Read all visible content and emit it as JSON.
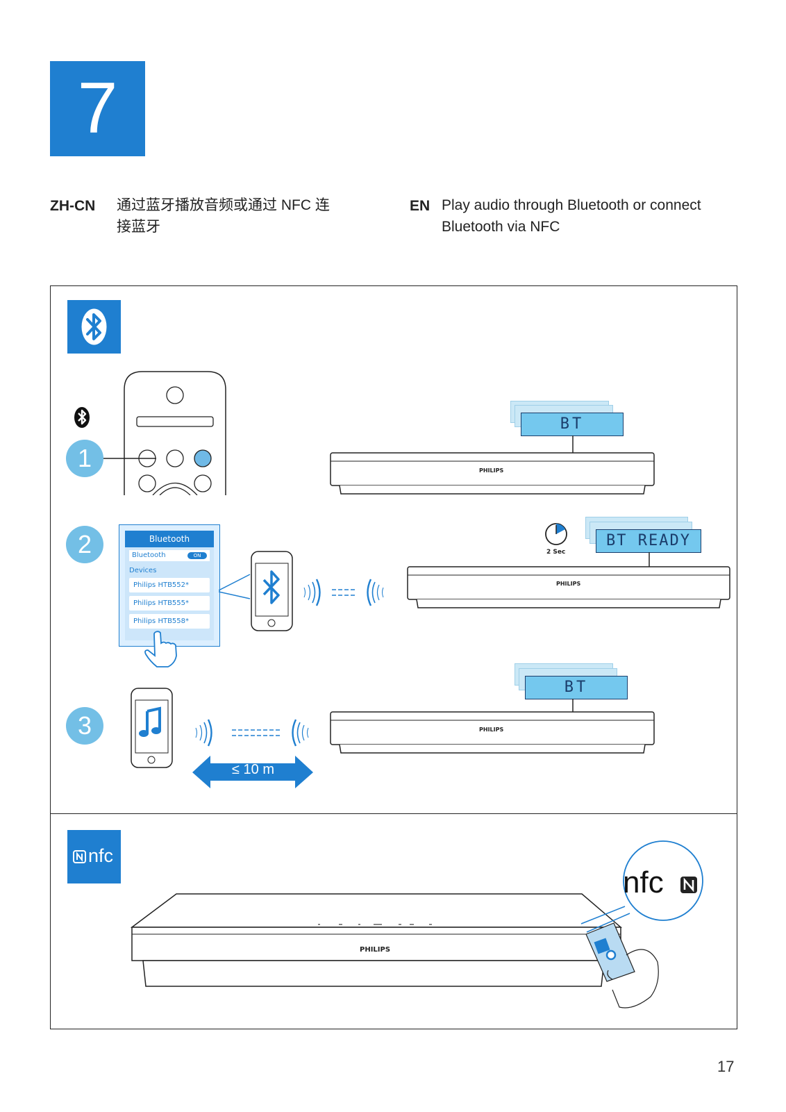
{
  "step_number": "7",
  "zh": {
    "lang_code": "ZH-CN",
    "title_line1": "通过蓝牙播放音频或通过 NFC 连",
    "title_line2": "接蓝牙"
  },
  "en": {
    "lang_code": "EN",
    "title_line1": "Play audio through Bluetooth or connect",
    "title_line2": "Bluetooth via NFC"
  },
  "bluetooth_section": {
    "badge_icon": "bluetooth-icon",
    "steps": [
      "1",
      "2",
      "3"
    ],
    "display_bt": "BT",
    "display_ready": "BT READY",
    "timer_label": "2 Sec",
    "brand": "PHILIPS",
    "phone_menu": {
      "header": "Bluetooth",
      "toggle_label": "Bluetooth",
      "toggle_state": "ON",
      "devices_label": "Devices",
      "devices": [
        "Philips HTB552*",
        "Philips HTB555*",
        "Philips HTB558*"
      ]
    },
    "distance": "≤ 10 m"
  },
  "nfc_section": {
    "badge_label": "nfc",
    "callout_label": "nfc",
    "brand": "PHILIPS"
  },
  "page_number": "17",
  "colors": {
    "accent": "#1f7fd0",
    "lcd": "#74c8ee",
    "step_circle": "#73bfe6"
  }
}
